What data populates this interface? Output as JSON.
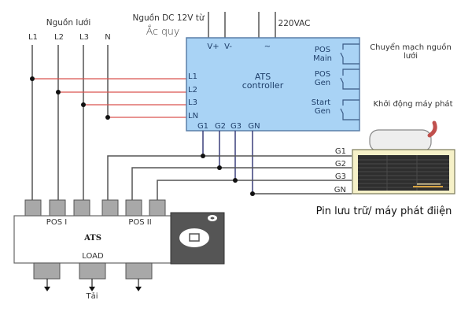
{
  "title": "Sơ đồ đấu nối tủ ATS",
  "grid_source": {
    "label": "Nguồn lưới",
    "phases": [
      "L1",
      "L2",
      "L3",
      "N"
    ]
  },
  "dc_source": {
    "label_line1": "Nguồn DC 12V từ",
    "label_line2": "Ắc quy"
  },
  "ac_supply": {
    "label": "220VAC"
  },
  "controller": {
    "title_line1": "ATS",
    "title_line2": "controller",
    "top_terminals": [
      "V+",
      "V-",
      "~"
    ],
    "left_terminals": [
      "L1",
      "L2",
      "L3",
      "LN"
    ],
    "bottom_terminals": [
      "G1",
      "G2",
      "G3",
      "GN"
    ],
    "relays": [
      {
        "line1": "POS",
        "line2": "Main"
      },
      {
        "line1": "POS",
        "line2": "Gen"
      },
      {
        "line1": "Start",
        "line2": "Gen"
      }
    ]
  },
  "annotations": {
    "grid_switch_line1": "Chuyển mạch nguồn",
    "grid_switch_line2": "lưới",
    "start_generator": "Khởi động máy phát"
  },
  "generator": {
    "lines": [
      "G1",
      "G2",
      "G3",
      "GN"
    ],
    "caption": "Pin lưu trữ/ máy phát điiện"
  },
  "ats_switch": {
    "title": "ATS",
    "pos1_label": "POS I",
    "pos2_label": "POS II",
    "load_label": "LOAD",
    "load_caption": "Tải"
  },
  "colors": {
    "controller_fill": "#a9d3f5",
    "controller_border": "#5a7fa8",
    "grid_wire": "#d9534f",
    "generator_wire": "#3a3f7a"
  }
}
